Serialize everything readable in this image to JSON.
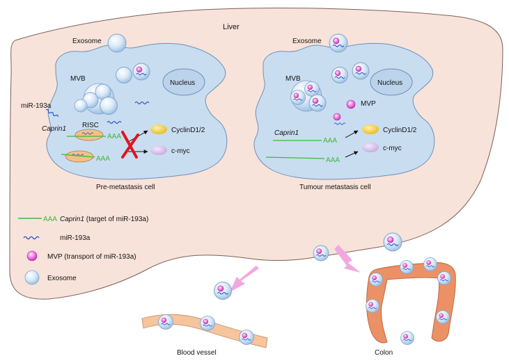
{
  "organ": {
    "label": "Liver"
  },
  "pre_cell": {
    "caption": "Pre-metastasis cell",
    "exosome_label": "Exosome",
    "mvb_label": "MVB",
    "nucleus_label": "Nucleus",
    "mirna_label": "miR-193a",
    "risc_label": "RISC",
    "gene_label": "Caprin1",
    "polya_label_1": "AAA",
    "polya_label_2": "AAA",
    "cyclin_label": "CyclinD1/2",
    "cmyc_label": "c-myc"
  },
  "met_cell": {
    "caption": "Tumour metastasis cell",
    "exosome_label": "Exosome",
    "mvb_label": "MVB",
    "nucleus_label": "Nucleus",
    "mvp_label": "MVP",
    "gene_label": "Caprin1",
    "polya_label_1": "AAA",
    "polya_label_2": "AAA",
    "cyclin_label": "CyclinD1/2",
    "cmyc_label": "c-myc"
  },
  "legend": {
    "caprin_aaa": "AAA",
    "caprin_gene": "Caprin1",
    "caprin_desc": " (target of miR-193a)",
    "mirna": "miR-193a",
    "mvp": "MVP (transport of miR-193a)",
    "exosome": "Exosome"
  },
  "vessel": {
    "caption": "Blood vessel"
  },
  "colon": {
    "caption": "Colon"
  },
  "colors": {
    "liver_fill": "#f8e3da",
    "liver_stroke": "#7a5f55",
    "cell_fill": "#c9ddf1",
    "cell_stroke": "#6d8fb5",
    "mirna": "#2f52c8",
    "caprin": "#3cb83c",
    "mvp": "#e24fd0",
    "cyclin": "#f2cc3c",
    "cmyc": "#d9c2ea",
    "risc": "#f3c08c",
    "inhibit": "#e0141e",
    "arrow_pink": "#f2a8df",
    "vessel": "#f6c59e",
    "colon": "#ec9165"
  }
}
